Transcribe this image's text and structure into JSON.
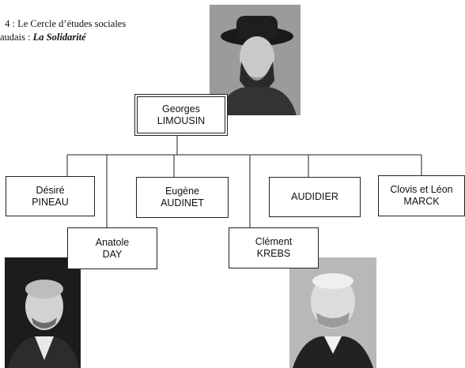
{
  "caption": {
    "line1_number": "4 :",
    "line1_text": "Le Cercle d’études sociales",
    "line2_text": "audais :",
    "line2_title": "La Solidarité"
  },
  "top": {
    "first": "Georges",
    "last": "LIMOUSIN"
  },
  "members": [
    {
      "first": "Désiré",
      "last": "PINEAU"
    },
    {
      "first": "Eugène",
      "last": "AUDINET"
    },
    {
      "first": "",
      "last": "AUDIDIER"
    },
    {
      "first": "Clovis et Léon",
      "last": "MARCK"
    },
    {
      "first": "Anatole",
      "last": "DAY"
    },
    {
      "first": "Clément",
      "last": "KREBS"
    }
  ]
}
